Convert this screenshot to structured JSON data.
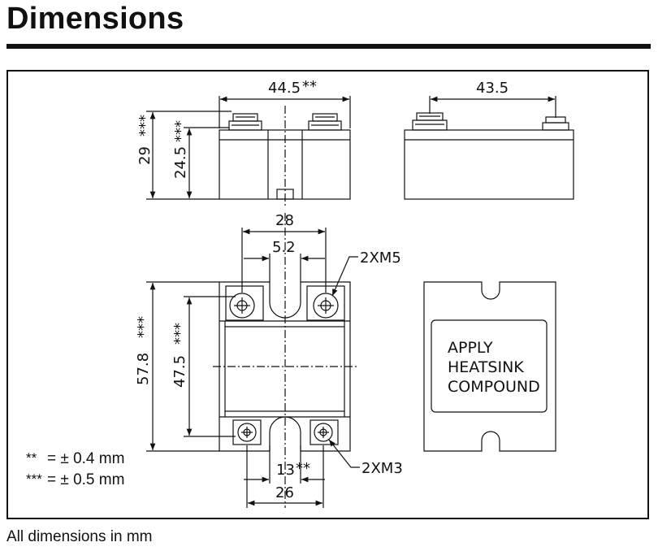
{
  "header": {
    "title": "Dimensions"
  },
  "drawing": {
    "side_view": {
      "width_label": "44.5",
      "width_tol": "**",
      "height_total_label": "29",
      "height_total_tol": "***",
      "height_body_label": "24.5",
      "height_body_tol": "***"
    },
    "end_view": {
      "width_label": "43.5"
    },
    "top_view": {
      "width_outer_label": "28",
      "width_slot_label": "5.2",
      "length_total_label": "57.8",
      "length_total_tol": "***",
      "length_holes_label": "47.5",
      "length_holes_tol": "***",
      "lower_spacing_label": "13",
      "lower_spacing_tol": "**",
      "lower_outer_label": "26",
      "upper_screw_callout": "2XM5",
      "lower_screw_callout": "2XM3"
    },
    "pad_view": {
      "lines": [
        "APPLY",
        "HEATSINK",
        "COMPOUND"
      ]
    }
  },
  "legend": [
    {
      "symbol": "**",
      "text": "= ± 0.4 mm"
    },
    {
      "symbol": "***",
      "text": "= ± 0.5 mm"
    }
  ],
  "footer": {
    "note": "All dimensions in mm"
  }
}
